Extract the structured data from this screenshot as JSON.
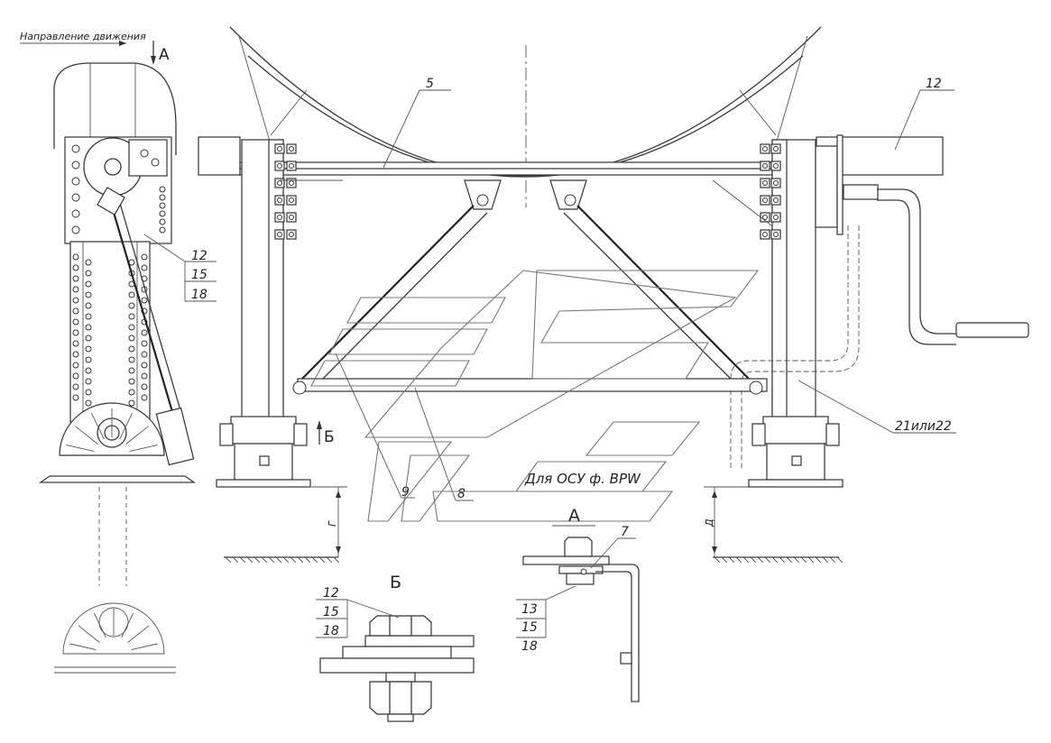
{
  "labels": {
    "direction": "Направление движения",
    "view_a_top": "А",
    "view_a_bottom": "А",
    "view_b_mark": "Б",
    "view_b_title": "Б",
    "part_5": "5",
    "part_12_top": "12",
    "part_21_22": "21или22",
    "part_9": "9",
    "part_8": "8",
    "part_7": "7",
    "note_bpw": "Для ОСУ ф. BPW",
    "dim_g": "Г",
    "dim_d": "Д",
    "stack_left": [
      "12",
      "15",
      "18"
    ],
    "stack_b": [
      "12",
      "15",
      "18"
    ],
    "stack_a": [
      "13",
      "15",
      "18"
    ]
  },
  "colors": {
    "line": "#3a3a3a",
    "background": "#ffffff"
  }
}
